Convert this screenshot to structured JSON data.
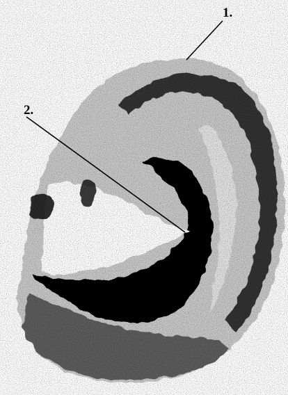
{
  "figure": {
    "kind": "anatomical-illustration",
    "subject": "ear",
    "style": "stippled black-and-white print",
    "ink_color": "#000000",
    "paper_color": "#ffffff"
  },
  "labels": [
    {
      "id": "1",
      "text": "1."
    },
    {
      "id": "2",
      "text": "2."
    }
  ]
}
